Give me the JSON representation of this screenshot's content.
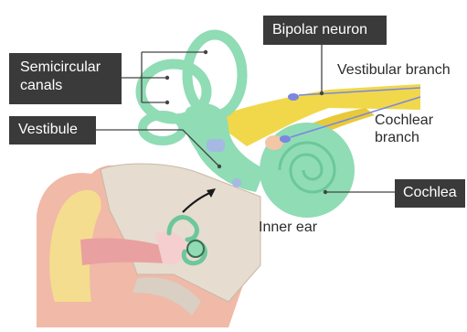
{
  "labels": {
    "semicircular_canals": [
      "Semicircular",
      "canals"
    ],
    "vestibule": "Vestibule",
    "bipolar_neuron": "Bipolar neuron",
    "vestibular_branch": "Vestibular branch",
    "cochlear_branch": [
      "Cochlear",
      "branch"
    ],
    "cochlea": "Cochlea",
    "inner_ear": "Inner ear"
  },
  "colors": {
    "labyrinth": "#8fdcb5",
    "labyrinth_outline": "#6cc79a",
    "nerve": "#f1d84b",
    "neuron": "#7a86e0",
    "label_bg": "#3a3a3a",
    "leader_line": "#444444",
    "skin": "#f0b9a8",
    "canal": "#e9a0a0",
    "bone": "#e6dcd0",
    "cartilage": "#f4e38a"
  }
}
